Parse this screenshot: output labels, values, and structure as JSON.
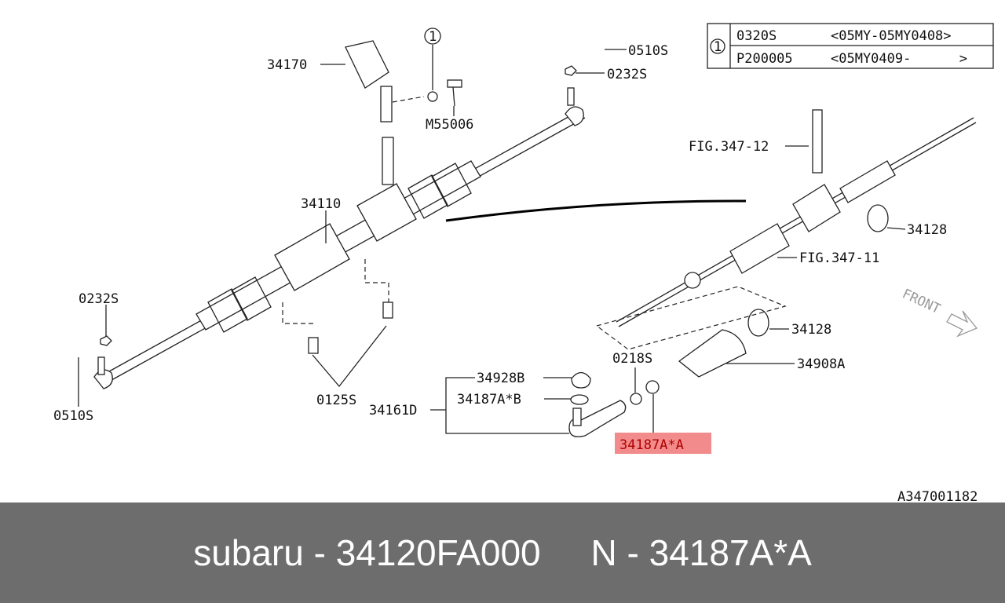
{
  "legend_table": {
    "marker": "1",
    "rows": [
      {
        "part": "0320S",
        "range": "<05MY-05MY0408>"
      },
      {
        "part": "P200005",
        "range": "<05MY0409-      >"
      }
    ]
  },
  "callouts": {
    "c34170": "34170",
    "circle1": "1",
    "c0510s_top": "0510S",
    "c0232s_top": "0232S",
    "m55006": "M55006",
    "c34110": "34110",
    "c0232s_left": "0232S",
    "c0510s_left": "0510S",
    "c0125s": "0125S",
    "c34161d": "34161D",
    "c34928b": "34928B",
    "c34187ab": "34187A*B",
    "c0218s": "0218S",
    "c34187aa": "34187A*A",
    "c34908a": "34908A",
    "c34128_low": "34128",
    "c34128_high": "34128",
    "fig12": "FIG.347-12",
    "fig11": "FIG.347-11",
    "front": "FRONT",
    "drawing_id": "A347001182"
  },
  "highlight_color": "#f28b8b",
  "footer": {
    "text": "subaru - 34120FA000     N - 34187A*A"
  }
}
